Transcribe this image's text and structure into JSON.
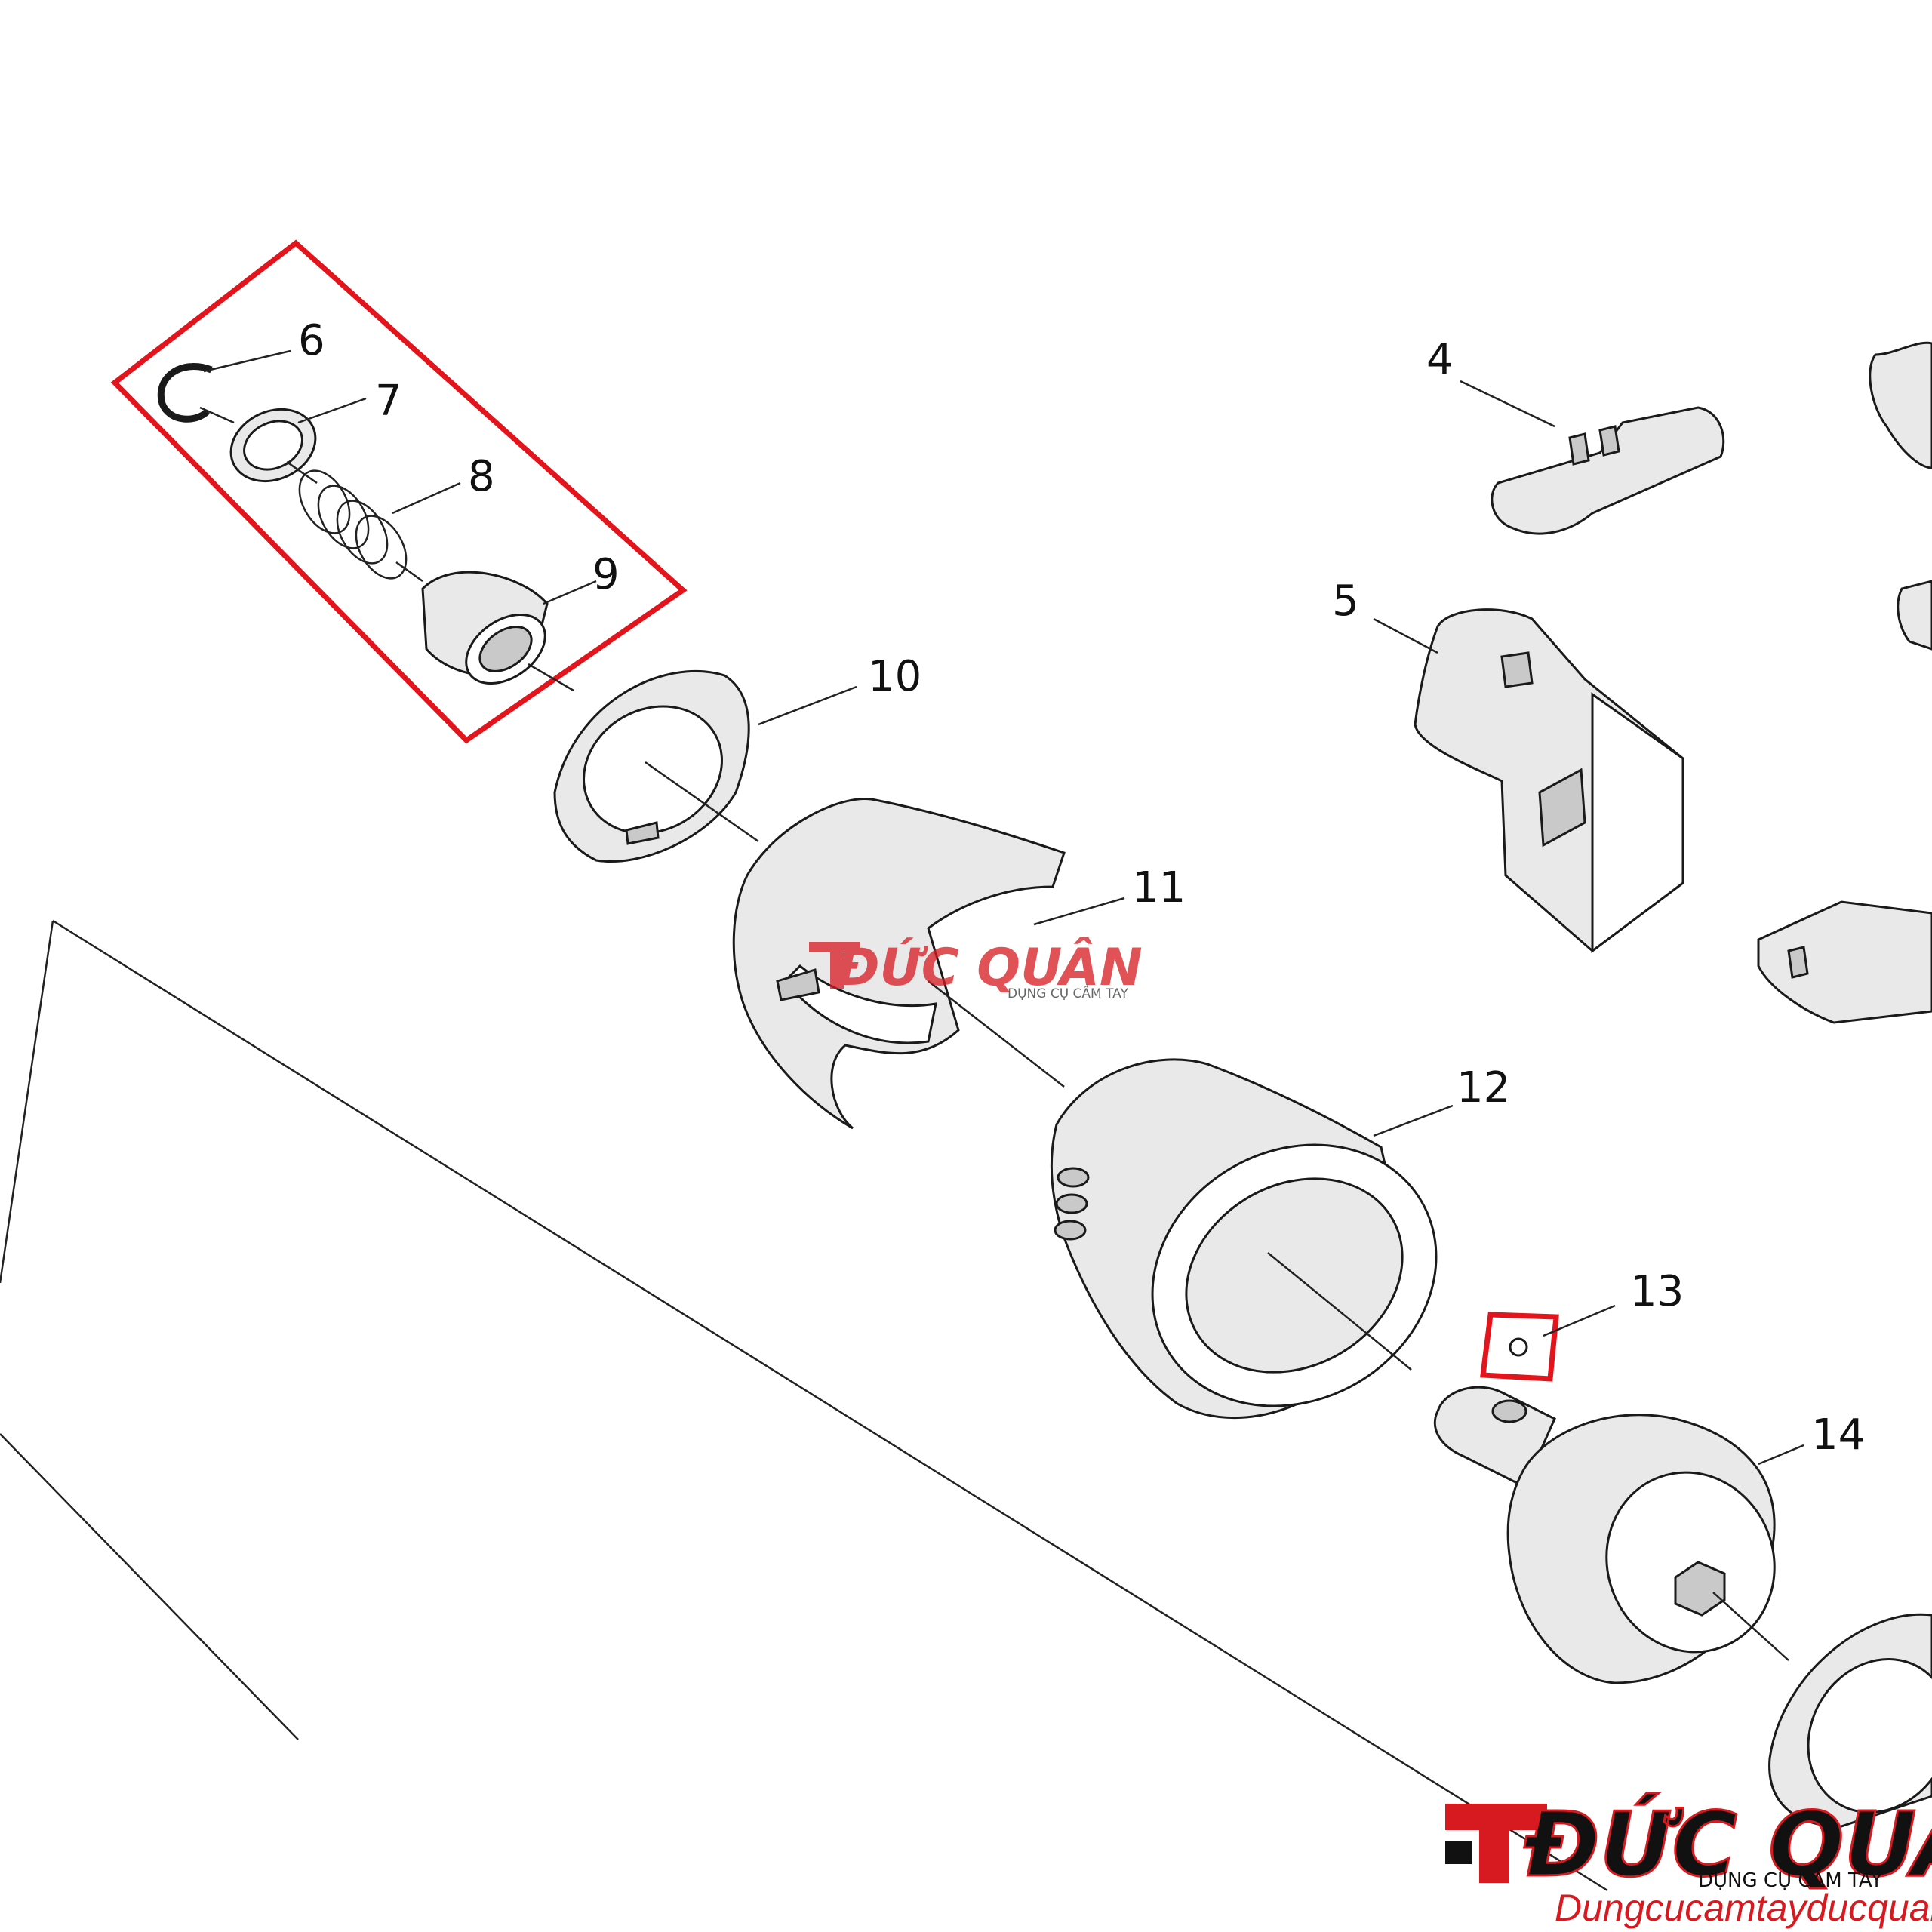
{
  "parts": [
    {
      "id": "p4",
      "number": "4"
    },
    {
      "id": "p5",
      "number": "5"
    },
    {
      "id": "p6",
      "number": "6"
    },
    {
      "id": "p7",
      "number": "7"
    },
    {
      "id": "p8",
      "number": "8"
    },
    {
      "id": "p9",
      "number": "9"
    },
    {
      "id": "p10",
      "number": "10"
    },
    {
      "id": "p11",
      "number": "11"
    },
    {
      "id": "p12",
      "number": "12"
    },
    {
      "id": "p13",
      "number": "13"
    },
    {
      "id": "p14",
      "number": "14"
    }
  ],
  "highlighted_parts": [
    "6",
    "7",
    "8",
    "9",
    "13"
  ],
  "watermark": {
    "name": "ĐỨC QUÂN",
    "tagline": "DỤNG CỤ CẦM TAY",
    "url": "Dungcucamtayducquan.com"
  },
  "colors": {
    "highlight": "#e3141b",
    "brand_red": "#d71920",
    "brand_black": "#111111",
    "line": "#1a1a1a"
  },
  "icons": [
    "drill-logo-icon"
  ]
}
